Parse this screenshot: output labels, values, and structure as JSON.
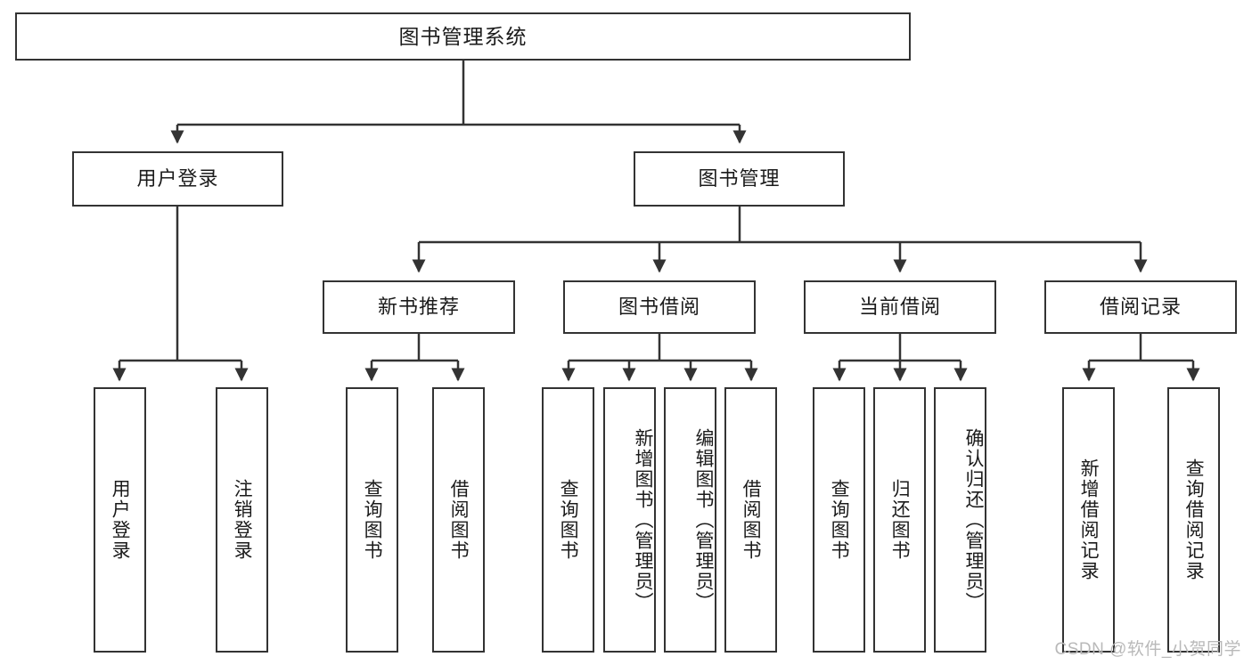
{
  "diagram": {
    "title": "图书管理系统",
    "type": "tree-hierarchy",
    "watermark": "CSDN @软件_小贺同学",
    "colors": {
      "box_border": "#333333",
      "box_fill": "#ffffff",
      "edge": "#333333",
      "text": "#1b1b1b",
      "watermark": "#b9b9b9"
    },
    "nodes": {
      "root": {
        "label": "图书管理系统"
      },
      "level2": [
        {
          "id": "user-login",
          "label": "用户登录"
        },
        {
          "id": "book-manage",
          "label": "图书管理"
        }
      ],
      "level3": [
        {
          "id": "new-book-recommend",
          "label": "新书推荐"
        },
        {
          "id": "book-borrow",
          "label": "图书借阅"
        },
        {
          "id": "current-borrow",
          "label": "当前借阅"
        },
        {
          "id": "borrow-record",
          "label": "借阅记录"
        }
      ],
      "leaves": {
        "user-login": [
          {
            "id": "leaf-user-login",
            "label": "用户登录"
          },
          {
            "id": "leaf-logout-login",
            "label": "注销登录"
          }
        ],
        "new-book-recommend": [
          {
            "id": "leaf-query-book-1",
            "label": "查询图书"
          },
          {
            "id": "leaf-borrow-book-1",
            "label": "借阅图书"
          }
        ],
        "book-borrow": [
          {
            "id": "leaf-query-book-2",
            "label": "查询图书"
          },
          {
            "id": "leaf-add-book",
            "label": "新增图书（管理员）"
          },
          {
            "id": "leaf-edit-book",
            "label": "编辑图书（管理员）"
          },
          {
            "id": "leaf-borrow-book-2",
            "label": "借阅图书"
          }
        ],
        "current-borrow": [
          {
            "id": "leaf-query-book-3",
            "label": "查询图书"
          },
          {
            "id": "leaf-return-book",
            "label": "归还图书"
          },
          {
            "id": "leaf-confirm-return",
            "label": "确认归还（管理员）"
          }
        ],
        "borrow-record": [
          {
            "id": "leaf-add-record",
            "label": "新增借阅记录"
          },
          {
            "id": "leaf-query-record",
            "label": "查询借阅记录"
          }
        ]
      }
    }
  }
}
